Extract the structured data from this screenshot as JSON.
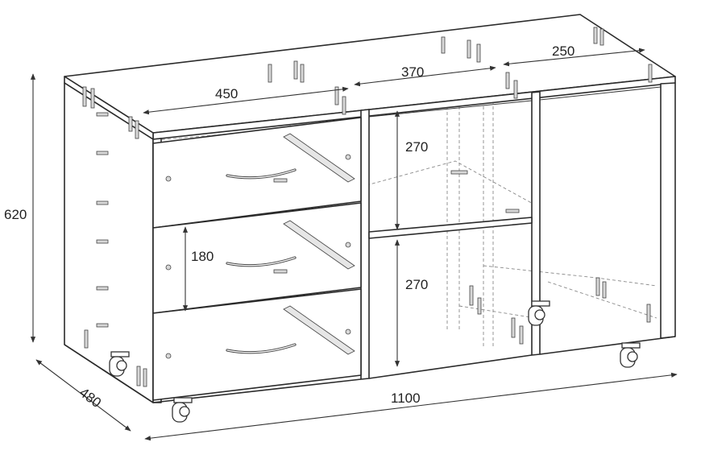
{
  "dimensions": {
    "overall_width": "1100",
    "overall_height": "620",
    "overall_depth": "480",
    "drawer_section_depth": "450",
    "middle_section_width": "370",
    "right_section_width": "250",
    "upper_compartment_height": "270",
    "lower_compartment_height": "270",
    "drawer_height": "180"
  },
  "diagram": {
    "drawer_count": 3,
    "caster_count": 4,
    "line_color": "#2b2b2b",
    "hidden_line_color": "#8a8a8a"
  }
}
